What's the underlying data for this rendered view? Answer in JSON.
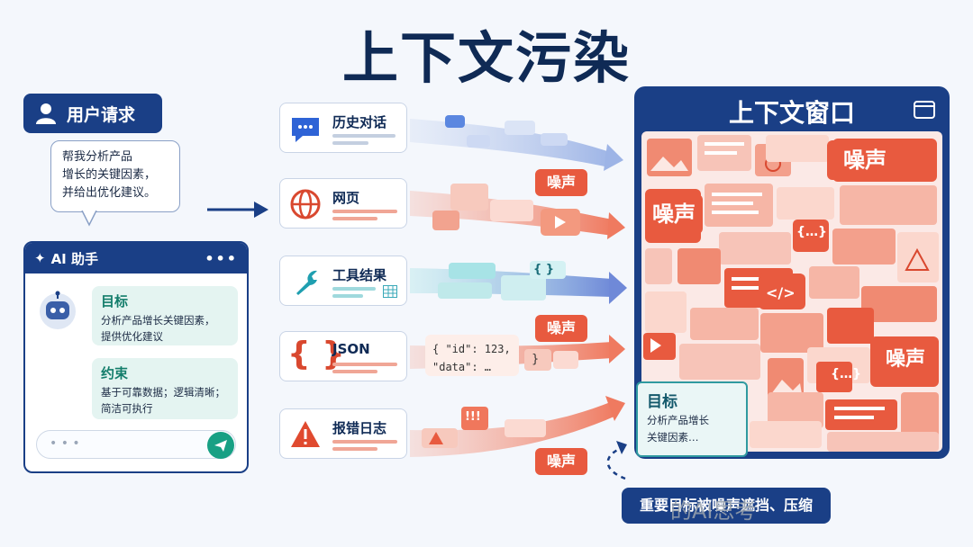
{
  "title": "上下文污染",
  "user_request": {
    "label": "用户请求",
    "message_lines": [
      "帮我分析产品",
      "增长的关键因素，",
      "并给出优化建议。"
    ]
  },
  "ai_assistant": {
    "title": "AI 助手",
    "menu": "•••",
    "goal": {
      "heading": "目标",
      "lines": [
        "分析产品增长关键因素，",
        "提供优化建议"
      ]
    },
    "constraint": {
      "heading": "约束",
      "lines": [
        "基于可靠数据；逻辑清晰；",
        "简洁可执行"
      ]
    },
    "input_placeholder": "• • •"
  },
  "sources": [
    {
      "label": "历史对话",
      "icon": "chat-icon"
    },
    {
      "label": "网页",
      "icon": "globe-icon"
    },
    {
      "label": "工具结果",
      "icon": "wrench-icon"
    },
    {
      "label": "JSON",
      "icon": "braces-icon"
    },
    {
      "label": "报错日志",
      "icon": "warning-icon"
    }
  ],
  "noise_label": "噪声",
  "json_snippet": {
    "line1": "{ \"id\": 123,",
    "line2": "\"data\": …",
    "close": "}"
  },
  "error_marks": "!!!",
  "brace_small": "{ }",
  "brace_ellipsis": "{…}",
  "code_symbol": "</>",
  "context_window": {
    "title": "上下文窗口",
    "goal": {
      "heading": "目标",
      "lines": [
        "分析产品增长",
        "关键因素…"
      ]
    }
  },
  "caption": "重要目标被噪声遮挡、压缩",
  "watermark": "的AI思考",
  "colors": {
    "navy": "#1a3f86",
    "noise": "#e85a3f",
    "teal": "#18a084",
    "blue_flow": "#3f6fd9",
    "teal_flow": "#4fc1c9"
  }
}
